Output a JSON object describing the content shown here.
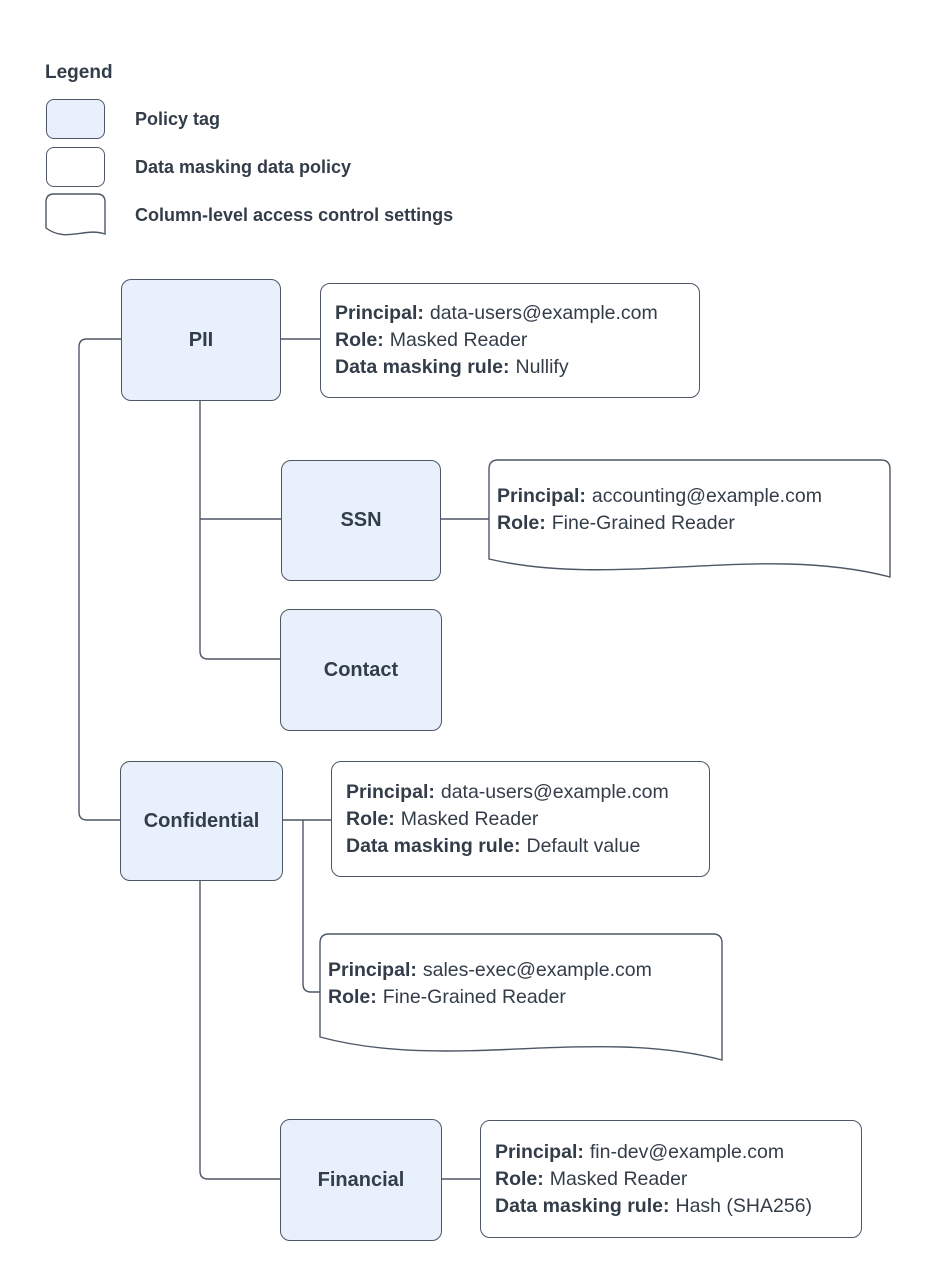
{
  "legend": {
    "title": "Legend",
    "items": [
      {
        "shape": "policy-tag",
        "label": "Policy tag"
      },
      {
        "shape": "data-masking-policy",
        "label": "Data masking data policy"
      },
      {
        "shape": "column-acl-document",
        "label": "Column-level access control settings"
      }
    ]
  },
  "nodes": {
    "pii": {
      "label": "PII"
    },
    "ssn": {
      "label": "SSN"
    },
    "contact": {
      "label": "Contact"
    },
    "confidential": {
      "label": "Confidential"
    },
    "financial": {
      "label": "Financial"
    }
  },
  "policies": {
    "pii_masking": {
      "attached_to": "PII",
      "kind": "data-masking-policy",
      "lines": [
        {
          "label": "Principal:",
          "value": "data-users@example.com"
        },
        {
          "label": "Role:",
          "value": "Masked Reader"
        },
        {
          "label": "Data masking rule:",
          "value": "Nullify"
        }
      ]
    },
    "ssn_acl": {
      "attached_to": "SSN",
      "kind": "column-level-access-control",
      "lines": [
        {
          "label": "Principal:",
          "value": "accounting@example.com"
        },
        {
          "label": "Role:",
          "value": "Fine-Grained Reader"
        }
      ]
    },
    "confidential_masking": {
      "attached_to": "Confidential",
      "kind": "data-masking-policy",
      "lines": [
        {
          "label": "Principal:",
          "value": "data-users@example.com"
        },
        {
          "label": "Role:",
          "value": "Masked Reader"
        },
        {
          "label": "Data masking rule:",
          "value": "Default value"
        }
      ]
    },
    "confidential_acl": {
      "attached_to": "Confidential",
      "kind": "column-level-access-control",
      "lines": [
        {
          "label": "Principal:",
          "value": "sales-exec@example.com"
        },
        {
          "label": "Role:",
          "value": "Fine-Grained Reader"
        }
      ]
    },
    "financial_masking": {
      "attached_to": "Financial",
      "kind": "data-masking-policy",
      "lines": [
        {
          "label": "Principal:",
          "value": "fin-dev@example.com"
        },
        {
          "label": "Role:",
          "value": "Masked Reader"
        },
        {
          "label": "Data masking rule:",
          "value": "Hash (SHA256)"
        }
      ]
    }
  },
  "colors": {
    "policy_tag_fill": "#e8f0fc",
    "stroke": "#4d5766",
    "text": "#333d4a",
    "background": "#ffffff"
  }
}
